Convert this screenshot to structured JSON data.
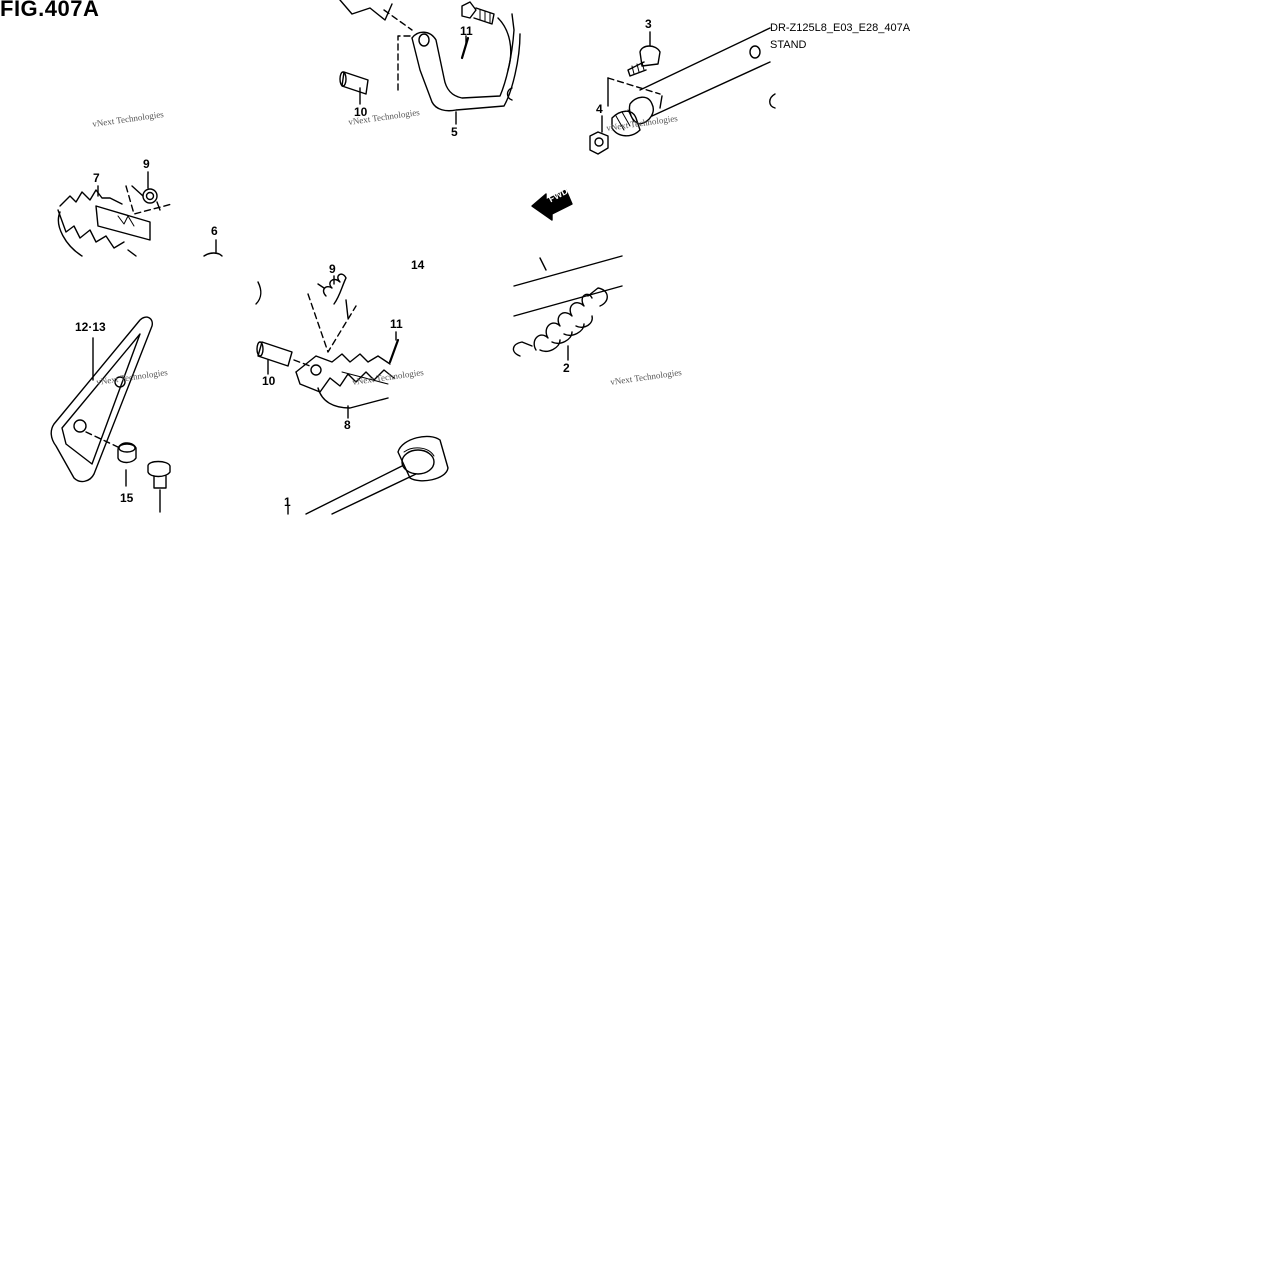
{
  "figure": {
    "title": "FIG.407A",
    "code": "DR-Z125L8_E03_E28_407A",
    "section": "STAND",
    "direction_label": "FWD"
  },
  "watermark": "vNext Technologies",
  "callouts": [
    "1",
    "2",
    "3",
    "4",
    "5",
    "6",
    "7",
    "8",
    "9",
    "9",
    "10",
    "10",
    "11",
    "11",
    "12·13",
    "14",
    "15"
  ],
  "colors": {
    "ink": "#000000",
    "paper": "#ffffff",
    "watermark": "#555555"
  }
}
